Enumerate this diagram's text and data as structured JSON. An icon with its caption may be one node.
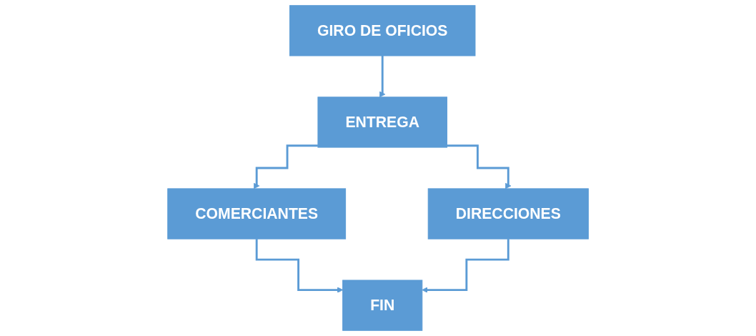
{
  "diagram": {
    "nodes": [
      {
        "text": [
          "GIRO DE OFICIOS"
        ]
      },
      {
        "text": [
          "ENTREGA"
        ]
      },
      {
        "text": [
          "COMERCIANTES"
        ]
      },
      {
        "text": [
          "DIRECCIONES"
        ]
      },
      {
        "text": [
          "FIN"
        ]
      }
    ],
    "edges": [
      {
        "from": 0,
        "to": 1,
        "arrow": "to"
      },
      {
        "from": 1,
        "to": 2,
        "arrow": "to"
      },
      {
        "from": 1,
        "to": 3,
        "arrow": "to"
      },
      {
        "from": 2,
        "to": 4,
        "arrow": "to"
      },
      {
        "from": 3,
        "to": 4,
        "arrow": "to"
      }
    ]
  }
}
